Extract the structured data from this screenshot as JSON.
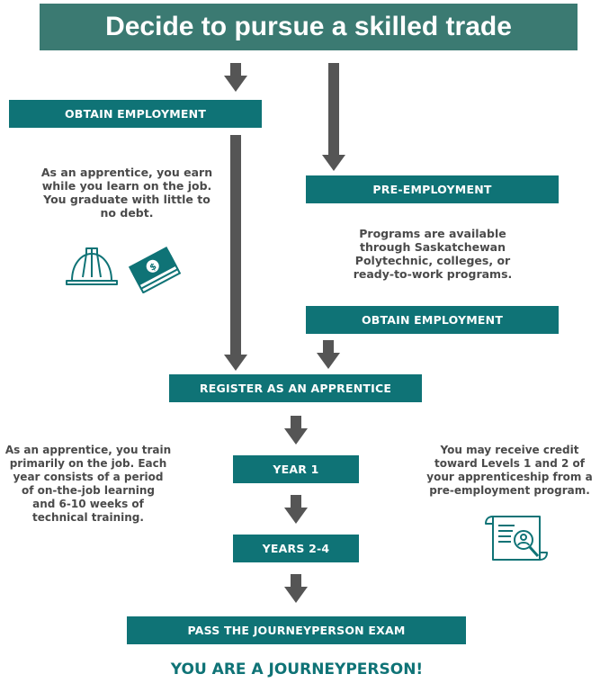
{
  "title": "Decide to pursue a skilled trade",
  "left_path": {
    "obtain_employment": "OBTAIN EMPLOYMENT",
    "note_lines": [
      "As an apprentice, you earn",
      "while you learn on the job.",
      "You graduate with little to",
      "no debt."
    ]
  },
  "right_path": {
    "pre_employment": "PRE-EMPLOYMENT",
    "note_lines": [
      "Programs are available",
      "through Saskatchewan",
      "Polytechnic, colleges, or",
      "ready-to-work programs."
    ],
    "obtain_employment": "OBTAIN EMPLOYMENT"
  },
  "register": "REGISTER AS AN APPRENTICE",
  "training_note_lines": [
    "As an apprentice, you train",
    "primarily on the job. Each",
    "year consists of a period",
    "of on-the-job learning",
    "and 6-10 weeks of",
    "technical training."
  ],
  "credit_note_lines": [
    "You may receive credit",
    "toward Levels 1 and 2 of",
    "your apprenticeship from a",
    "pre-employment program."
  ],
  "year1": "YEAR 1",
  "years_2_4": "YEARS 2-4",
  "exam": "PASS THE JOURNEYPERSON EXAM",
  "result": "YOU ARE A JOURNEYPERSON!",
  "colors": {
    "teal": "#0f7376",
    "banner": "#3b7a72",
    "arrow": "#555555",
    "text": "#4a4a4a"
  },
  "icons": [
    "hard-hat-icon",
    "money-icon",
    "document-search-icon"
  ]
}
